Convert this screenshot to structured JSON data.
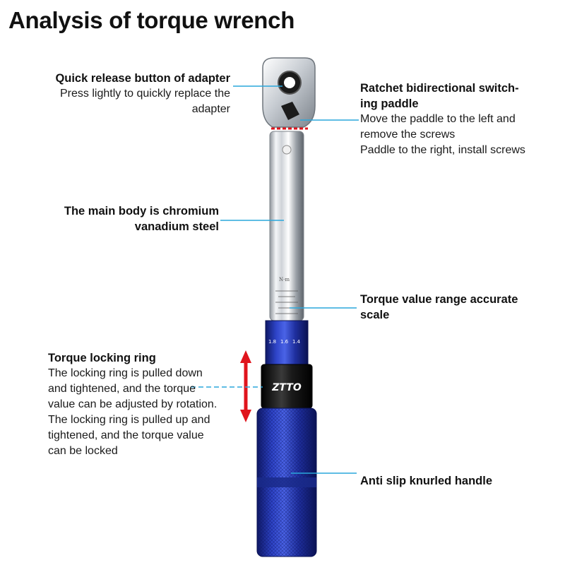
{
  "title": "Analysis of torque wrench",
  "brand_logo": "ZTTO",
  "scale": {
    "unit": "N·m",
    "numbers": [
      "1.8",
      "1.6",
      "1.4"
    ]
  },
  "callouts": {
    "quick_release": {
      "head": "Quick release button of adapter",
      "desc_1": "Press lightly to quickly replace the",
      "desc_2": "adapter"
    },
    "ratchet": {
      "head_1": "Ratchet bidirectional switch-",
      "head_2": "ing paddle",
      "desc_1": "Move the paddle to the left and",
      "desc_2": "remove the screws",
      "desc_3": "Paddle to the right, install screws"
    },
    "main_body": {
      "head_1": "The main body is chromium",
      "head_2": "vanadium steel"
    },
    "torque_scale": {
      "head_1": "Torque value range accurate",
      "head_2": "scale"
    },
    "locking_ring": {
      "head": "Torque locking ring",
      "desc_1": "The locking ring is pulled down",
      "desc_2": "and tightened, and the torque",
      "desc_3": "value can be adjusted by rotation.",
      "desc_4": "The locking ring is pulled up and",
      "desc_5": "tightened, and the torque value",
      "desc_6": "can be locked"
    },
    "handle": {
      "head": "Anti slip knurled handle"
    }
  },
  "colors": {
    "accent_line": "#2aa7dc",
    "handle_blue": "#1f2f9e",
    "arrow_red": "#e0141c",
    "chrome": "#c9cdd2"
  }
}
